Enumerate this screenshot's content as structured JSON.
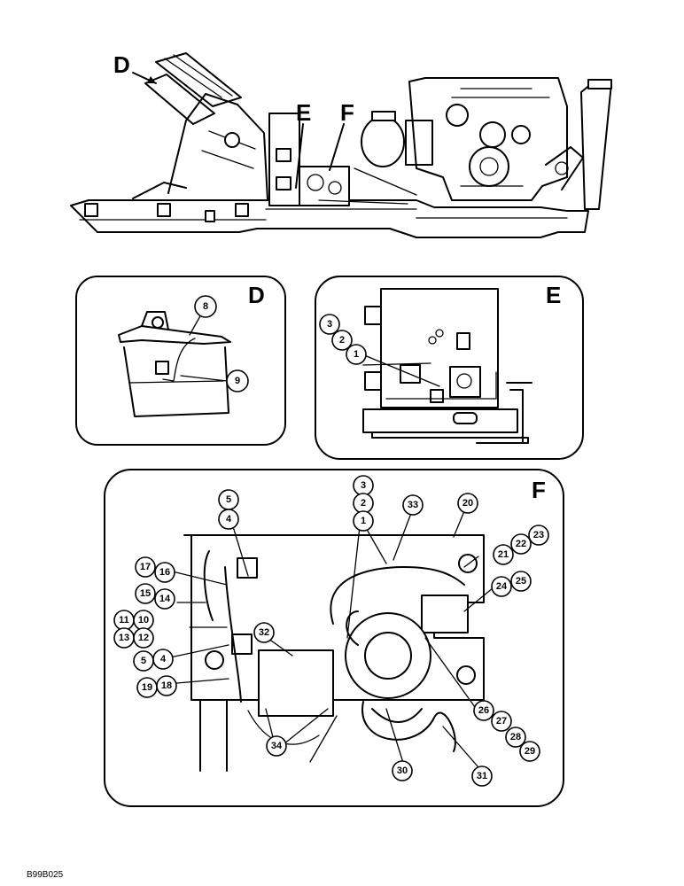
{
  "views": {
    "main": {
      "label_d": "D",
      "label_e": "E",
      "label_f": "F"
    },
    "detail_d": {
      "title": "D",
      "callouts": [
        "8",
        "9"
      ]
    },
    "detail_e": {
      "title": "E",
      "callouts": [
        "3",
        "2",
        "1"
      ]
    },
    "detail_f": {
      "title": "F",
      "callouts": [
        "5",
        "4",
        "17",
        "16",
        "15",
        "14",
        "11",
        "10",
        "13",
        "12",
        "5",
        "4",
        "19",
        "18",
        "32",
        "34",
        "3",
        "2",
        "1",
        "33",
        "20",
        "21",
        "22",
        "23",
        "24",
        "25",
        "26",
        "27",
        "28",
        "29",
        "30",
        "31"
      ]
    }
  },
  "figure_id": "B99B025"
}
